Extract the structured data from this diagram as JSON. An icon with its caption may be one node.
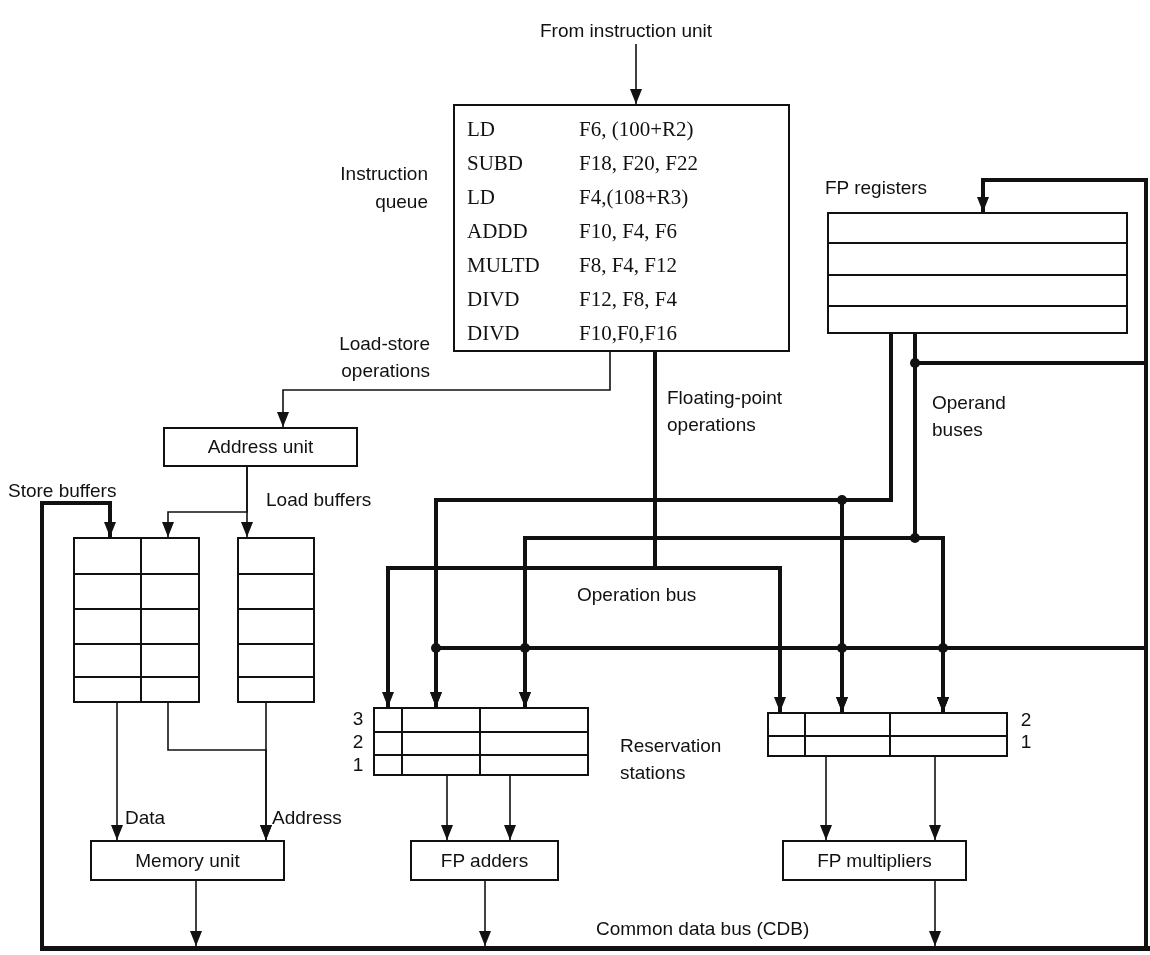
{
  "diagram": {
    "nodes": [
      {
        "text": [
          "From instruction unit"
        ]
      },
      {
        "text": [
          "Instruction queue",
          "LD F6, (100+R2)",
          "SUBD F18, F20, F22",
          "LD F4,(108+R3)",
          "ADDD F10, F4, F6",
          "MULTD F8, F4, F12",
          "DIVD F12, F8, F4",
          "DIVD F10,F0,F16"
        ]
      },
      {
        "text": [
          "Address unit"
        ]
      },
      {
        "text": [
          "Store buffers"
        ]
      },
      {
        "text": [
          "Load buffers"
        ]
      },
      {
        "text": [
          "FP registers"
        ]
      },
      {
        "text": [],
        "shape": "box",
        "beside": [
          "3",
          "2",
          "1"
        ]
      },
      {
        "text": [],
        "shape": "box",
        "beside": [
          "2",
          "1"
        ]
      },
      {
        "text": [
          "Memory unit"
        ]
      },
      {
        "text": [
          "FP adders"
        ]
      },
      {
        "text": [
          "FP multipliers"
        ]
      },
      {
        "text": [],
        "shape": "bar",
        "beside": [
          "Common data bus (CDB)"
        ]
      }
    ],
    "edges": [
      {
        "from": 0,
        "to": 1,
        "arrow": "to"
      },
      {
        "from": 1,
        "to": 2,
        "arrow": "to",
        "label": "Load-store operations"
      },
      {
        "from": 1,
        "to": 6,
        "arrow": "to",
        "label": "Floating-point operations",
        "style": "thick"
      },
      {
        "from": 1,
        "to": 7,
        "arrow": "to",
        "style": "thick"
      },
      {
        "from": 2,
        "to": 3,
        "arrow": "to"
      },
      {
        "from": 2,
        "to": 4,
        "arrow": "to"
      },
      {
        "from": 3,
        "to": 8,
        "arrow": "to",
        "label": "Data"
      },
      {
        "from": 3,
        "to": 8,
        "arrow": "to"
      },
      {
        "from": 4,
        "to": 8,
        "arrow": "to",
        "label": "Address"
      },
      {
        "from": 5,
        "to": 6,
        "arrow": "to",
        "style": "thick"
      },
      {
        "from": 5,
        "to": 7,
        "arrow": "to",
        "style": "thick"
      },
      {
        "from": 5,
        "to": 6,
        "arrow": "to",
        "style": "thick"
      },
      {
        "from": 5,
        "to": 7,
        "arrow": "to",
        "style": "thick"
      },
      {
        "from": 6,
        "to": 9,
        "arrow": "to"
      },
      {
        "from": 6,
        "to": 9,
        "arrow": "to"
      },
      {
        "from": 7,
        "to": 10,
        "arrow": "to"
      },
      {
        "from": 7,
        "to": 10,
        "arrow": "to"
      },
      {
        "from": 8,
        "to": 11,
        "arrow": "to"
      },
      {
        "from": 9,
        "to": 11,
        "arrow": "to"
      },
      {
        "from": 10,
        "to": 11,
        "arrow": "to"
      },
      {
        "from": 11,
        "to": 3,
        "arrow": "to",
        "style": "thick"
      },
      {
        "from": 11,
        "to": 5,
        "arrow": "to",
        "style": "thick"
      },
      {
        "from": 11,
        "to": 6,
        "arrow": "to",
        "style": "thick"
      },
      {
        "from": 11,
        "to": 6,
        "arrow": "to",
        "style": "thick"
      },
      {
        "from": 11,
        "to": 7,
        "arrow": "to",
        "style": "thick"
      },
      {
        "from": 11,
        "to": 7,
        "arrow": "to",
        "style": "thick"
      },
      {
        "from": 11,
        "to": 7,
        "arrow": "to",
        "style": "thick"
      }
    ],
    "labels": [
      "Operand buses",
      "Operation bus",
      "Reservation stations"
    ]
  }
}
